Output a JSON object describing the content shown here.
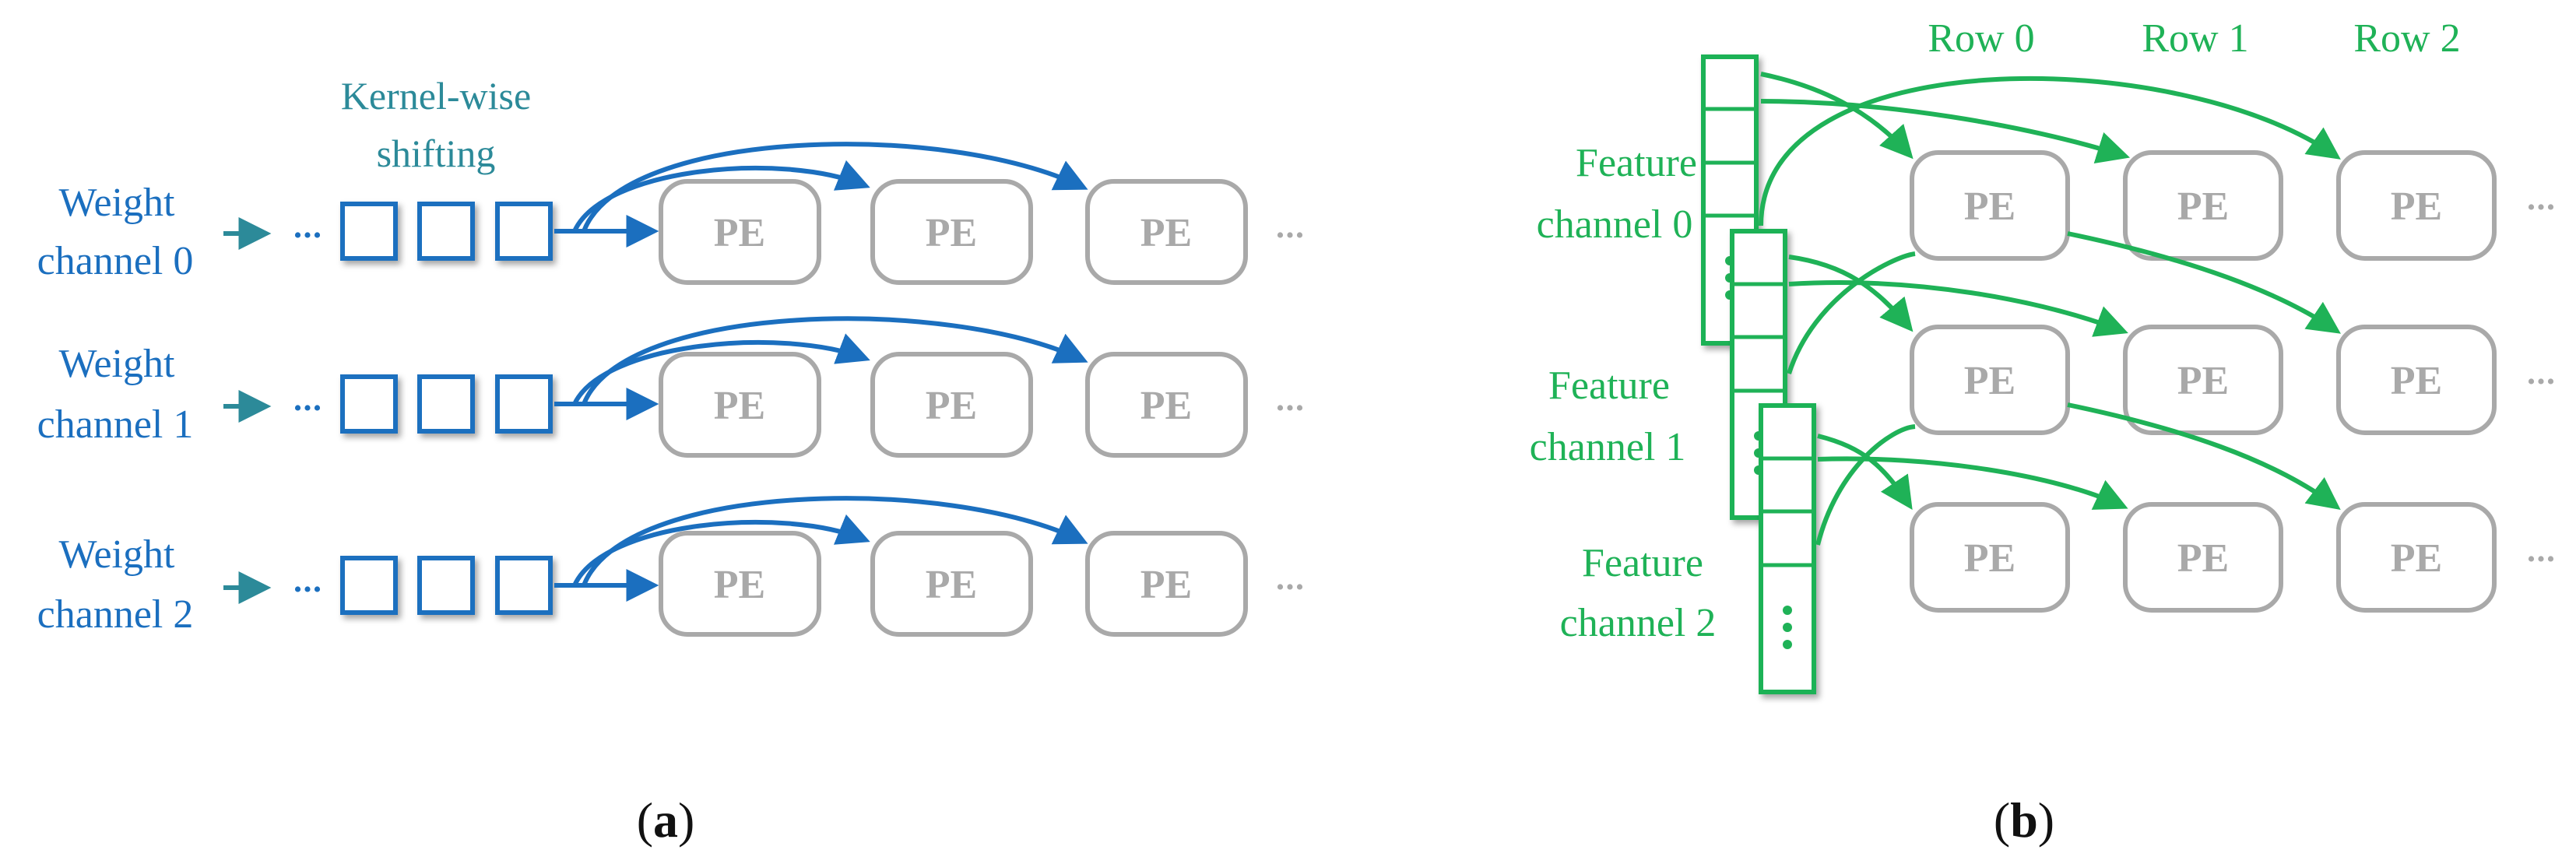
{
  "colors": {
    "blue": "#1b6fbf",
    "teal": "#2c8a99",
    "green": "#1fb257",
    "gray": "#a9a9a9",
    "black": "#111111"
  },
  "panel_a": {
    "title": "Kernel-wise",
    "title_line2": "shifting",
    "caption_open": "(",
    "caption_letter": "a",
    "caption_close": ")",
    "channels": [
      {
        "line1": "Weight",
        "line2": "channel 0"
      },
      {
        "line1": "Weight",
        "line2": "channel 1"
      },
      {
        "line1": "Weight",
        "line2": "channel 2"
      }
    ],
    "pe_label": "PE",
    "ellipsis": "•••"
  },
  "panel_b": {
    "rows": [
      "Row 0",
      "Row 1",
      "Row 2"
    ],
    "caption_open": "(",
    "caption_letter": "b",
    "caption_close": ")",
    "channels": [
      {
        "line1": "Feature",
        "line2": "channel 0"
      },
      {
        "line1": "Feature",
        "line2": "channel 1"
      },
      {
        "line1": "Feature",
        "line2": "channel 2"
      }
    ],
    "pe_label": "PE",
    "ellipsis": "•••"
  }
}
